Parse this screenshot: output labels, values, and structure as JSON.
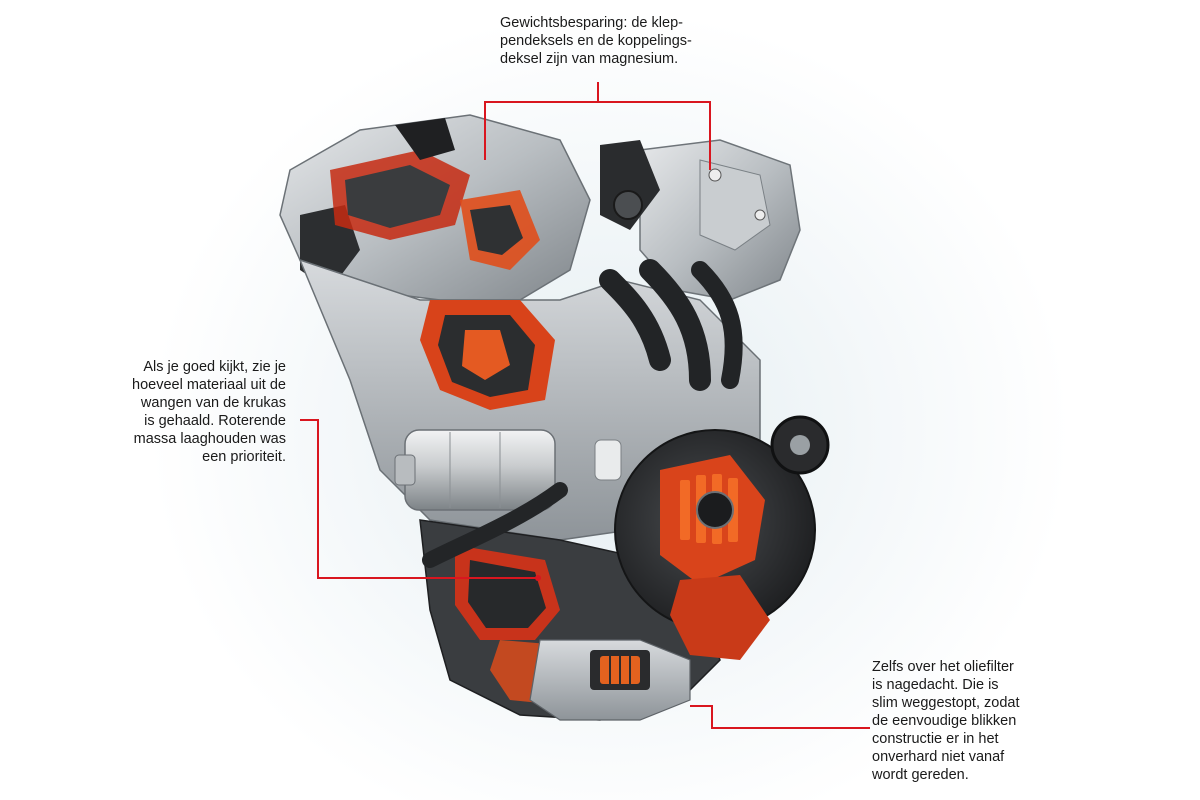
{
  "accent_color": "#d9161f",
  "callouts": {
    "top": {
      "lines": [
        "Gewichtsbesparing: de klep-",
        "pendeksels en de koppelings-",
        "deksel zijn van magnesium."
      ]
    },
    "left": {
      "lines": [
        "Als je goed kijkt, zie je",
        "hoeveel materiaal uit de",
        "wangen van de krukas",
        "is gehaald. Roterende",
        "massa laaghouden was",
        "een prioriteit."
      ]
    },
    "right": {
      "lines": [
        "Zelfs over het oliefilter",
        "is nagedacht. Die is",
        "slim weggestopt, zodat",
        "de eenvoudige blikken",
        "constructie er in het",
        "onverhard niet vanaf",
        "wordt gereden."
      ]
    }
  }
}
